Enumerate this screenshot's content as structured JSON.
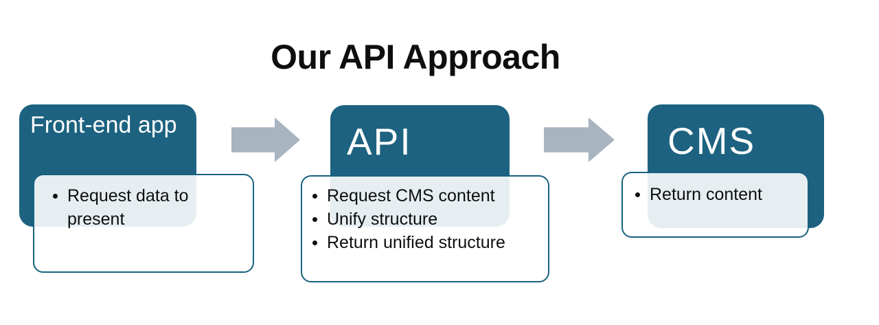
{
  "title": "Our API Approach",
  "diagram": {
    "type": "process-flow",
    "nodes": [
      {
        "header": "Front-end app",
        "bullets": [
          "Request data to present"
        ]
      },
      {
        "header": "API",
        "bullets": [
          "Request CMS content",
          "Unify structure",
          "Return unified structure"
        ]
      },
      {
        "header": "CMS",
        "bullets": [
          "Return content"
        ]
      }
    ],
    "connector_icon": "right-block-arrow",
    "connector_count": 2
  },
  "colors": {
    "node_fill": "#1d6280",
    "card_border": "#17617f",
    "card_overlap_tint": "#e7edf1",
    "arrow": "#a9b4c1",
    "title_text": "#0e0e0e",
    "bullet_text": "#0e0e0e",
    "header_text": "#ffffff",
    "background": "#ffffff"
  }
}
